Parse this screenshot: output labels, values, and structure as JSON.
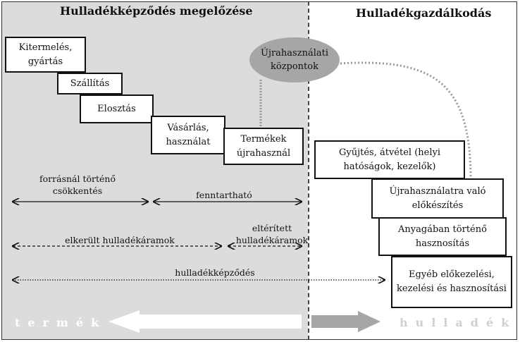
{
  "headings": {
    "left": "Hulladékképződés megelőzése",
    "right": "Hulladékgazdálkodás"
  },
  "boxes": {
    "kitermeles": "Kitermelés, gyártás",
    "szallitas": "Szállítás",
    "elosztas": "Elosztás",
    "vasarlas": "Vásárlás, használat",
    "termekek": "Termékek újrahasznál",
    "gyujtes": "Gyűjtés, átvétel (helyi hatóságok, kezelők)",
    "ujrahasznalatra": "Újrahasználatra való előkészítés",
    "anyagaban": "Anyagában történő hasznosítás",
    "egyeb": "Egyéb előkezelési, kezelési és hasznosítási"
  },
  "ellipse": {
    "text": "Újrahasználati központok"
  },
  "arrow_labels": {
    "forrasnal": "forrásnál történő csökkentés",
    "fenntarthato": "fenntartható",
    "elterített": "eltérített hulladékáramok",
    "elkerult": "elkerült hulladékáramok",
    "hulladekkepzodes": "hulladékképződés"
  },
  "bottom": {
    "termek": "termék",
    "hulladek": "hulladék"
  },
  "colors": {
    "left_panel": "#dcdcdc",
    "ellipse": "#a6a6a6",
    "bottom_gray_arrow": "#a6a6a6",
    "hulladek_text": "#d0d0d0",
    "termek_text": "#ffffff"
  }
}
